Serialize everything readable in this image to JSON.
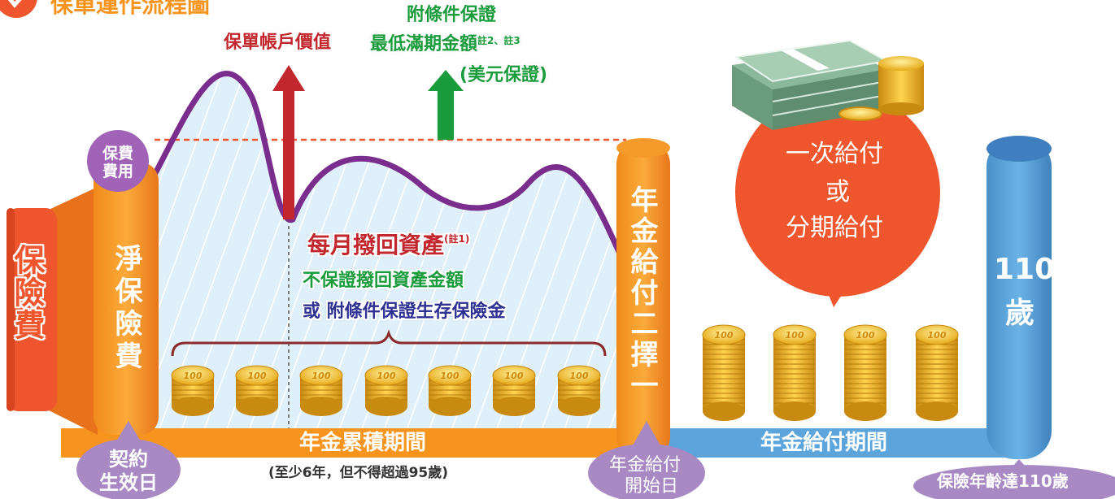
{
  "title": "保單運作流程圖",
  "premium_label": "保險費",
  "fee_label": "保費費用",
  "net_premium_label": "淨保險費",
  "account_value_label": "保單帳戶價值",
  "conditional_guarantee": {
    "line1": "附條件保證",
    "line2": "最低滿期金額",
    "note": "註2、註3",
    "line3": "(美元保證)"
  },
  "monthly_withdraw": {
    "text": "每月撥回資產",
    "note": "(註1)"
  },
  "no_guarantee_label": "不保證撥回資產金額",
  "or_survival_label": "或 附條件保證生存保險金",
  "annuity_choice_label": "年金給付二擇一",
  "payment_bubble": {
    "line1": "一次給付",
    "line2": "或",
    "line3": "分期給付"
  },
  "age_110_label": {
    "line1": "110",
    "line2": "歲"
  },
  "accumulation_label": "年金累積期間",
  "accumulation_note": "(至少6年，但不得超過95歲)",
  "payout_label": "年金給付期間",
  "effective_date_label": {
    "line1": "契約",
    "line2": "生效日"
  },
  "payout_start_label": {
    "line1": "年金給付",
    "line2": "開始日"
  },
  "age_reach_label": "保險年齡達110歲",
  "coin_text": "100",
  "colors": {
    "orange": "#f7941d",
    "dark_orange": "#e8711c",
    "red_orange": "#f0562e",
    "purple_curve": "#7b2d8e",
    "lavender": "#a889c4",
    "blue": "#5ba4dc",
    "green": "#1a9b3c",
    "dark_red": "#c1272d",
    "navy": "#2e3192"
  }
}
